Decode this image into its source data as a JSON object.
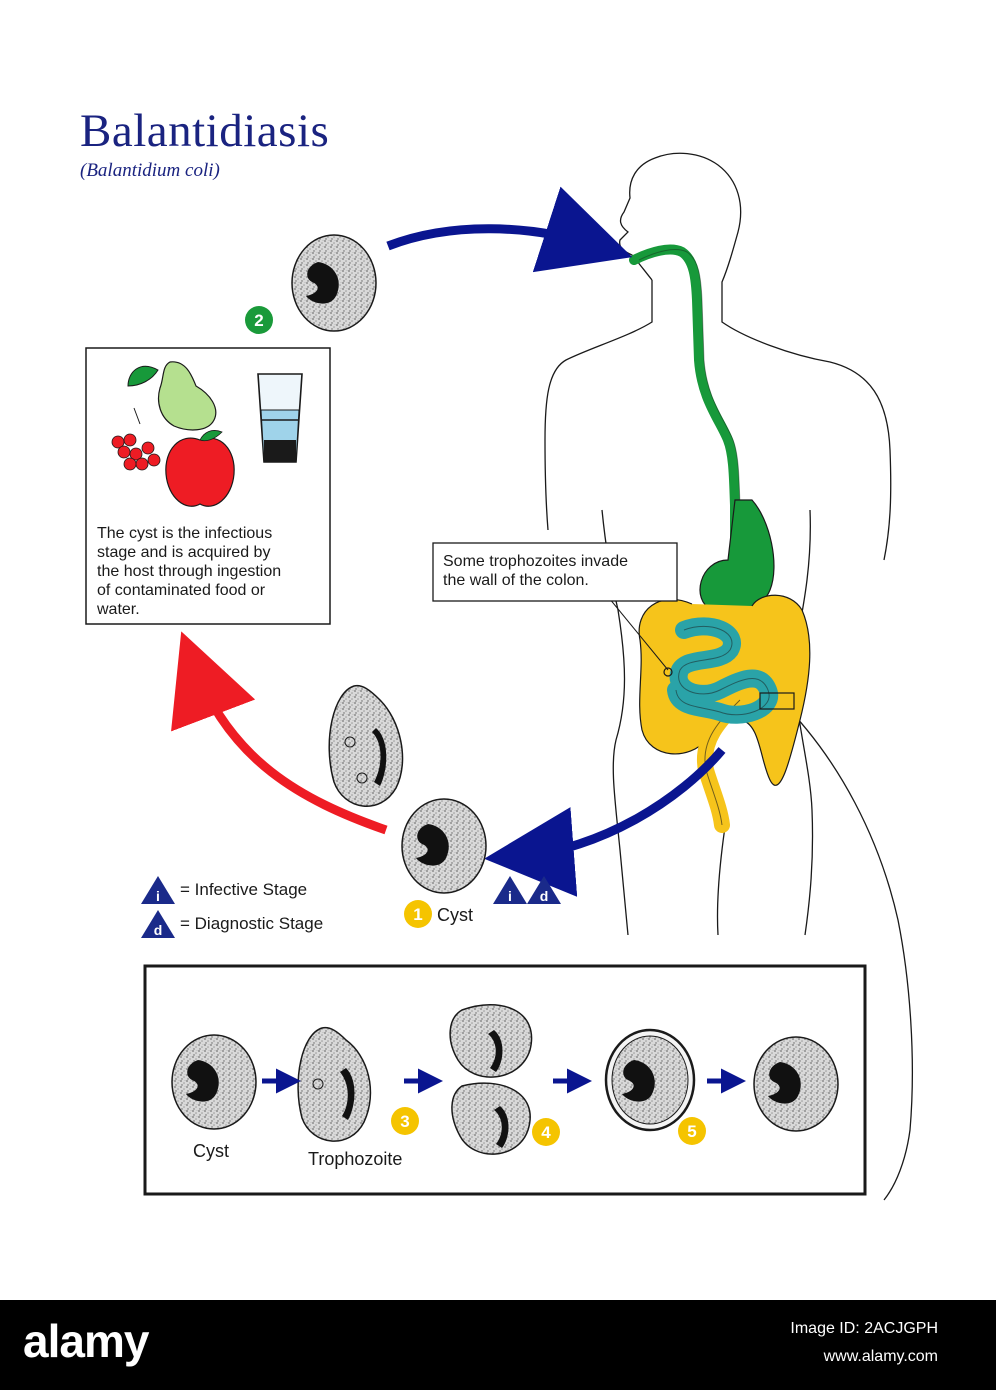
{
  "title": "Balantidiasis",
  "subtitle": "(Balantidium coli)",
  "step_badges": {
    "s1": "1",
    "s2": "2",
    "s3": "3",
    "s4": "4",
    "s5": "5"
  },
  "ingestion_text": [
    "The cyst is the infectious",
    "stage and is acquired by",
    "the host through ingestion",
    "of contaminated food or",
    "water."
  ],
  "colon_note": [
    "Some trophozoites invade",
    "the wall of the colon."
  ],
  "cyst_label": "Cyst",
  "stage_markers": {
    "infective": "i",
    "diagnostic": "d"
  },
  "legend": {
    "infective": "= Infective Stage",
    "diagnostic": "= Diagnostic Stage"
  },
  "life_cycle_labels": {
    "cyst": "Cyst",
    "trophozoite": "Trophozoite"
  },
  "footer": {
    "brand": "alamy",
    "image_id": "Image ID: 2ACJGPH",
    "site": "www.alamy.com"
  },
  "colors": {
    "title": "#1a2380",
    "arrow_blue": "#0a1590",
    "arrow_red": "#ee1c24",
    "badge_green": "#1a9a3a",
    "badge_yellow": "#f5c400",
    "marker_blue": "#1a2a8a",
    "esophagus_green": "#17993a",
    "colon_yellow": "#f6c41b",
    "small_intestine_teal": "#2aa3a8"
  }
}
